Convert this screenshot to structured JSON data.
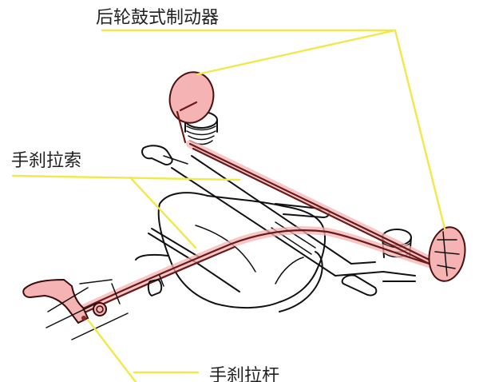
{
  "diagram": {
    "type": "labeled illustration",
    "subject": "parking brake system",
    "colors": {
      "leader_line": "#f2e84a",
      "highlight": "#f6b3b3",
      "cable": "#6b1a1a",
      "ink": "#111111",
      "text": "#222222"
    },
    "labels": {
      "rear_drum_brake": "后轮鼓式制动器",
      "brake_cable": "手刹拉索",
      "brake_lever": "手刹拉杆"
    }
  }
}
